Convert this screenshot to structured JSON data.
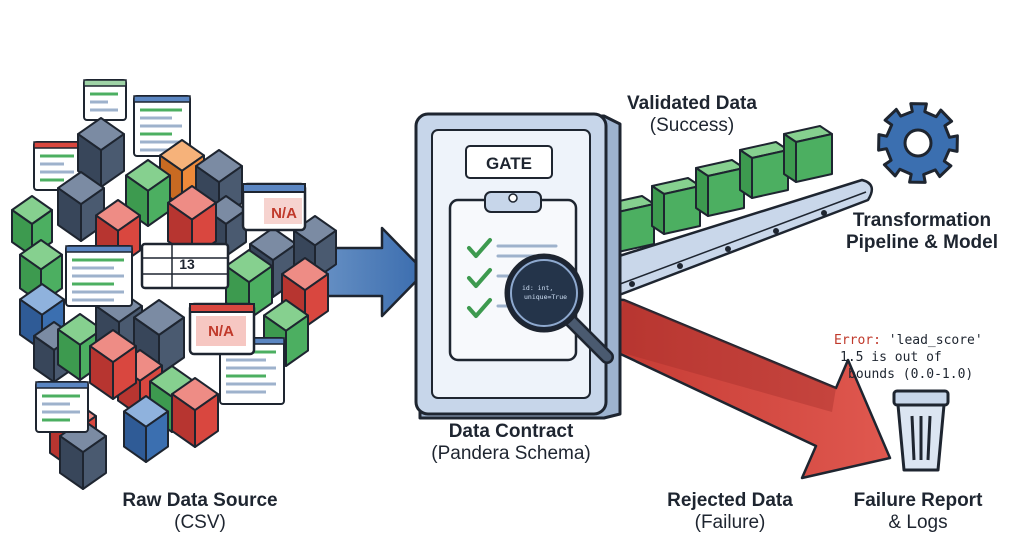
{
  "labels": {
    "raw_source": {
      "title": "Raw Data Source",
      "subtitle": "(CSV)"
    },
    "contract": {
      "title": "Data Contract",
      "subtitle": "(Pandera Schema)"
    },
    "validated": {
      "title": "Validated Data",
      "subtitle": "(Success)"
    },
    "rejected": {
      "title": "Rejected Data",
      "subtitle": "(Failure)"
    },
    "pipeline": {
      "line1": "Transformation",
      "line2": "Pipeline & Model"
    },
    "failure_report": {
      "title": "Failure Report",
      "subtitle": "& Logs"
    }
  },
  "gate": {
    "label": "GATE"
  },
  "badges": {
    "na_1": "N/A",
    "na_2": "N/A",
    "number": "13"
  },
  "magnifier": {
    "line1": "id: int,",
    "line2": "unique=True"
  },
  "error": {
    "prefix": "Error:",
    "line1_rest": " 'lead_score'",
    "line2": "1.5 is out of",
    "line3": "bounds (0.0-1.0)"
  },
  "colors": {
    "green": "#4caf61",
    "red": "#d9473f",
    "blue": "#3b6fb0",
    "slate": "#4a5a70",
    "orange": "#ee8a3a",
    "outline": "#1e2530"
  }
}
